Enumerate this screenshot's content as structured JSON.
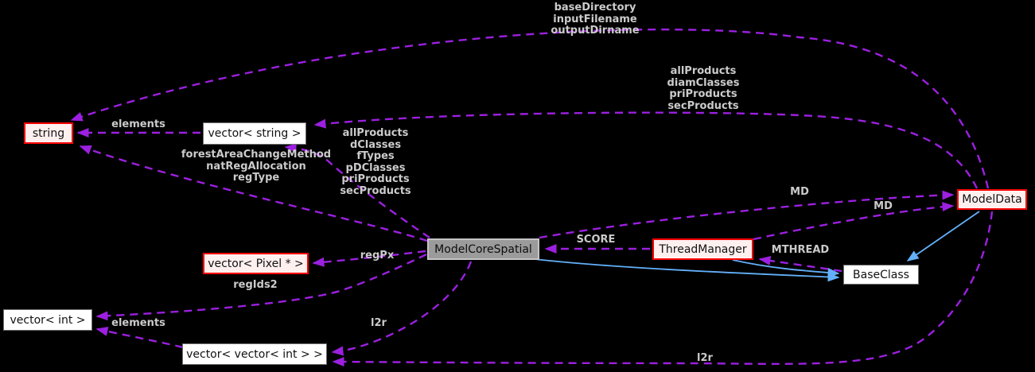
{
  "diagram": {
    "type": "doxygen-collaboration-graph",
    "focus_class": "ModelCoreSpatial",
    "colors": {
      "background": "#000000",
      "usage_edge": "#9c20e0",
      "inheritance_edge": "#63b0fa",
      "edge_label_text": "#cbcbcb",
      "node_fill": "#ffffff",
      "node_border": "#6e6e6e",
      "truncated_node_fill": "#fff0f0",
      "truncated_node_border": "#ff0000",
      "focus_node_fill": "#9b9b9b",
      "focus_node_border": "#c4c4c4",
      "node_text": "#111111"
    },
    "nodes": [
      {
        "id": "string",
        "label": "string",
        "style": "truncated"
      },
      {
        "id": "vector-string",
        "label": "vector< string >",
        "style": "normal"
      },
      {
        "id": "vector-pixel",
        "label": "vector< Pixel * >",
        "style": "truncated"
      },
      {
        "id": "vector-int",
        "label": "vector< int >",
        "style": "normal"
      },
      {
        "id": "vector-vector-int",
        "label": "vector< vector< int > >",
        "style": "normal"
      },
      {
        "id": "model-core-spatial",
        "label": "ModelCoreSpatial",
        "style": "focus"
      },
      {
        "id": "thread-manager",
        "label": "ThreadManager",
        "style": "truncated"
      },
      {
        "id": "base-class",
        "label": "BaseClass",
        "style": "normal"
      },
      {
        "id": "model-data",
        "label": "ModelData",
        "style": "truncated"
      }
    ],
    "edge_labels": [
      {
        "text": "baseDirectory\ninputFilename\noutputDirname"
      },
      {
        "text": "allProducts\ndiamClasses\npriProducts\nsecProducts"
      },
      {
        "text": "elements"
      },
      {
        "text": "forestAreaChangeMethod\nnatRegAllocation\nregType"
      },
      {
        "text": "allProducts\ndClasses\nfTypes\npDClasses\npriProducts\nsecProducts"
      },
      {
        "text": "MD"
      },
      {
        "text": "MD"
      },
      {
        "text": "SCORE"
      },
      {
        "text": "MTHREAD"
      },
      {
        "text": "regPx"
      },
      {
        "text": "regIds2"
      },
      {
        "text": "elements"
      },
      {
        "text": "l2r"
      },
      {
        "text": "l2r"
      }
    ],
    "edges": [
      {
        "from": "ModelData",
        "to": "string",
        "label": "baseDirectory\ninputFilename\noutputDirname",
        "kind": "usage"
      },
      {
        "from": "ModelData",
        "to": "vector< string >",
        "label": "allProducts\ndiamClasses\npriProducts\nsecProducts",
        "kind": "usage"
      },
      {
        "from": "vector< string >",
        "to": "string",
        "label": "elements",
        "kind": "usage"
      },
      {
        "from": "ModelCoreSpatial",
        "to": "string",
        "label": "forestAreaChangeMethod\nnatRegAllocation\nregType",
        "kind": "usage"
      },
      {
        "from": "ModelCoreSpatial",
        "to": "vector< string >",
        "label": "allProducts\ndClasses\nfTypes\npDClasses\npriProducts\nsecProducts",
        "kind": "usage"
      },
      {
        "from": "ModelCoreSpatial",
        "to": "ModelData",
        "label": "MD",
        "kind": "usage"
      },
      {
        "from": "ThreadManager",
        "to": "ModelData",
        "label": "MD",
        "kind": "usage"
      },
      {
        "from": "ThreadManager",
        "to": "ModelCoreSpatial",
        "label": "SCORE",
        "kind": "usage"
      },
      {
        "from": "BaseClass",
        "to": "ThreadManager",
        "label": "MTHREAD",
        "kind": "usage"
      },
      {
        "from": "ModelCoreSpatial",
        "to": "vector< Pixel * >",
        "label": "regPx",
        "kind": "usage"
      },
      {
        "from": "ModelCoreSpatial",
        "to": "vector< int >",
        "label": "regIds2",
        "kind": "usage"
      },
      {
        "from": "vector< vector< int > >",
        "to": "vector< int >",
        "label": "elements",
        "kind": "usage"
      },
      {
        "from": "ModelCoreSpatial",
        "to": "vector< vector< int > >",
        "label": "l2r",
        "kind": "usage"
      },
      {
        "from": "ModelData",
        "to": "vector< vector< int > >",
        "label": "l2r",
        "kind": "usage"
      },
      {
        "from": "ModelCoreSpatial",
        "to": "BaseClass",
        "label": "",
        "kind": "inheritance"
      },
      {
        "from": "ThreadManager",
        "to": "BaseClass",
        "label": "",
        "kind": "inheritance"
      },
      {
        "from": "ModelData",
        "to": "BaseClass",
        "label": "",
        "kind": "inheritance"
      }
    ]
  }
}
